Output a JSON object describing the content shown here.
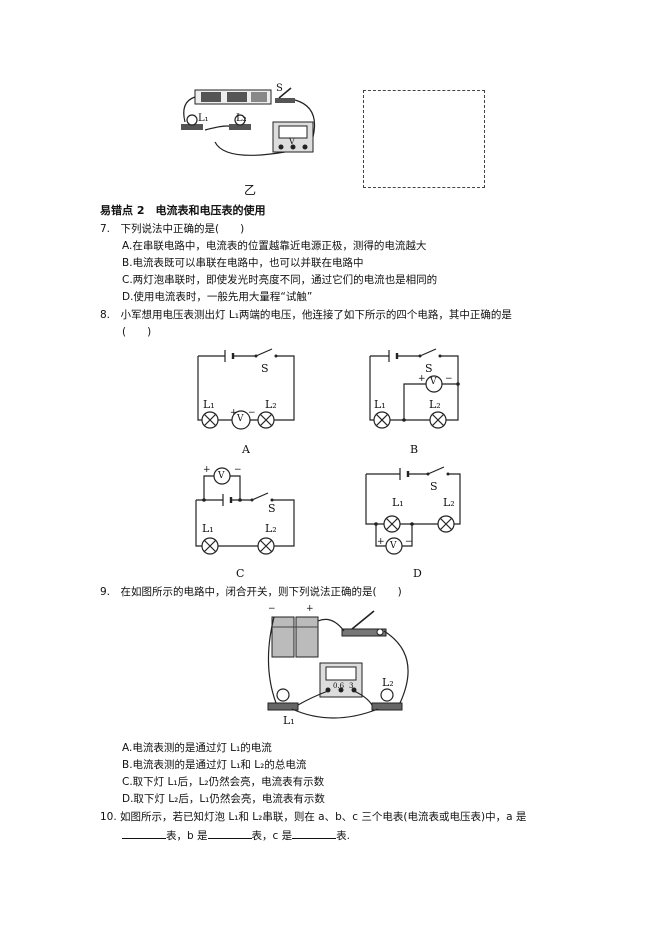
{
  "figure_yi_caption": "乙",
  "section_heading": "易错点 2　电流表和电压表的使用",
  "q7": {
    "stem": "7.　下列说法中正确的是(　　)",
    "options": [
      "A.在串联电路中，电流表的位置越靠近电源正极，测得的电流越大",
      "B.电流表既可以串联在电路中，也可以并联在电路中",
      "C.两灯泡串联时，即使发光时亮度不同，通过它们的电流也是相同的",
      "D.使用电流表时，一般先用大量程“试触”"
    ]
  },
  "q8": {
    "stem": "8.　小军想用电压表测出灯 L₁两端的电压，他连接了如下所示的四个电路，其中正确的是",
    "paren": "(　　)",
    "circuits": [
      {
        "letter": "A",
        "switch": "S",
        "l1": "L₁",
        "l2": "L₂",
        "meter": "V",
        "plus": "+",
        "minus": "−"
      },
      {
        "letter": "B",
        "switch": "S",
        "l1": "L₁",
        "l2": "L₂",
        "meter": "V",
        "plus": "+",
        "minus": "−"
      },
      {
        "letter": "C",
        "switch": "S",
        "l1": "L₁",
        "l2": "L₂",
        "meter": "V",
        "plus": "+",
        "minus": "−"
      },
      {
        "letter": "D",
        "switch": "S",
        "l1": "L₁",
        "l2": "L₂",
        "meter": "V",
        "plus": "+",
        "minus": "−"
      }
    ]
  },
  "q9": {
    "stem": "9.　在如图所示的电路中，闭合开关，则下列说法正确的是(　　)",
    "figure": {
      "l1": "L₁",
      "l2": "L₂",
      "minus": "−",
      "plus": "+",
      "t1": "0.6",
      "t2": "3"
    },
    "options": [
      "A.电流表测的是通过灯 L₁的电流",
      "B.电流表测的是通过灯 L₁和 L₂的总电流",
      "C.取下灯 L₁后，L₂仍然会亮，电流表有示数",
      "D.取下灯 L₂后，L₁仍然会亮，电流表有示数"
    ]
  },
  "q10": {
    "line1": "10. 如图所示，若已知灯泡 L₁和 L₂串联，则在 a、b、c 三个电表(电流表或电压表)中，a 是",
    "p1": "表，b 是",
    "p2": "表，c 是",
    "p3": "表."
  },
  "top_figure": {
    "switch": "S",
    "l1": "L₁",
    "l2": "L₂",
    "meter": "V"
  }
}
